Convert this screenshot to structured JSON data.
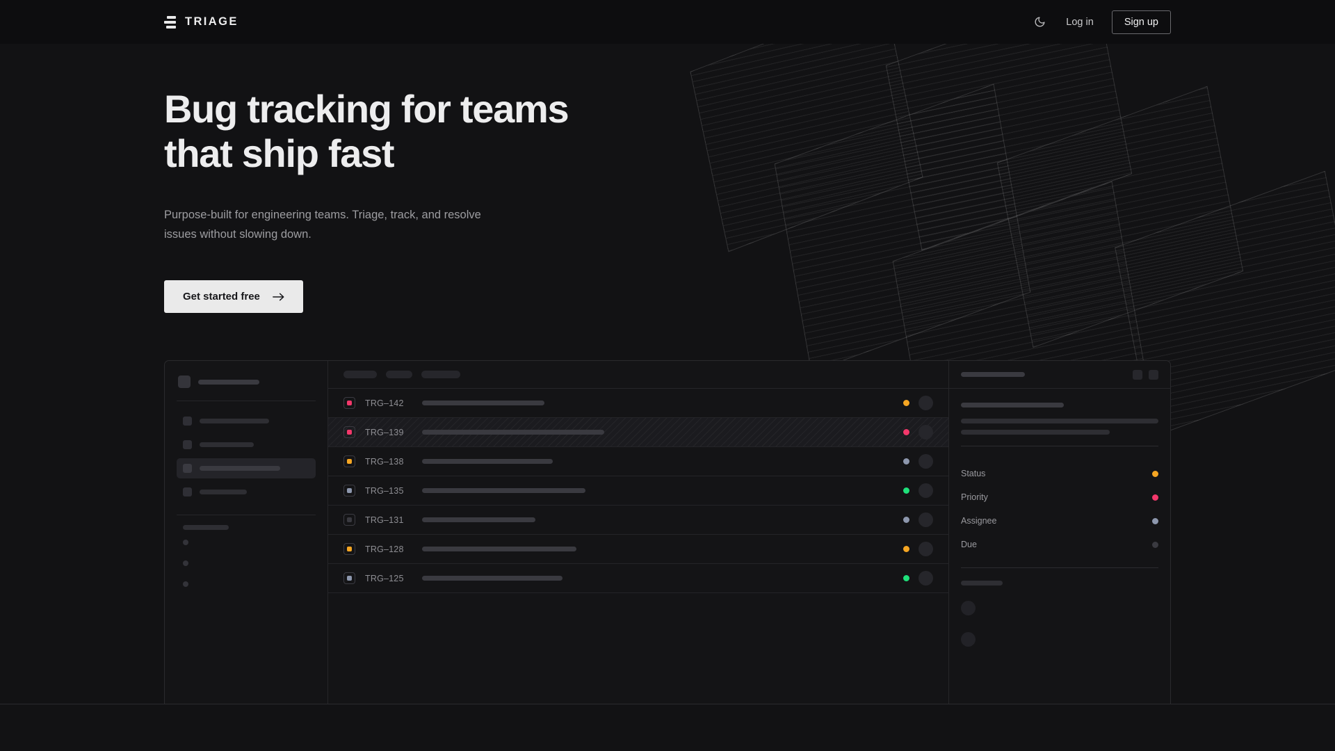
{
  "brand": {
    "name": "TRIAGE",
    "mark": "triage-bars-logo"
  },
  "nav": {
    "theme_toggle_icon": "moon-icon",
    "login_label": "Log in",
    "signup_label": "Sign up"
  },
  "hero": {
    "headline_line1": "Bug tracking for teams",
    "headline_line2": "that ship fast",
    "subtext": "Purpose-built for engineering teams. Triage, track, and resolve issues without slowing down.",
    "cta_label": "Get started free",
    "cta_icon": "arrow-right-icon"
  },
  "colors": {
    "page_bg": "#121214",
    "topbar_bg": "#0d0d0f",
    "panel_bg": "#141416",
    "panel_border": "#2a2a2d",
    "cta_bg": "#eaeaea",
    "status_pink": "#f3386b",
    "status_amber": "#f5a623",
    "status_slate": "#8d97ad",
    "status_green": "#1fe07a",
    "status_muted": "#3a3a40"
  },
  "app": {
    "sidebar": {
      "workspace": "workspace-placeholder",
      "nav_items": [
        {
          "name": "nav-item-1",
          "active": false
        },
        {
          "name": "nav-item-2",
          "active": false
        },
        {
          "name": "nav-item-3",
          "active": true
        },
        {
          "name": "nav-item-4",
          "active": false
        }
      ],
      "section_label": "section-label-placeholder",
      "sub_items": [
        "sub-item-1",
        "sub-item-2",
        "sub-item-3"
      ]
    },
    "toolbar": {
      "filters": [
        "filter-pill-1",
        "filter-pill-2",
        "filter-pill-3"
      ]
    },
    "issues": [
      {
        "id": "TRG–142",
        "status_color": "#f3386b",
        "priority_color": "#f5a623",
        "title_width": 176,
        "selected": false
      },
      {
        "id": "TRG–139",
        "status_color": "#f3386b",
        "priority_color": "#f3386b",
        "title_width": 262,
        "selected": true
      },
      {
        "id": "TRG–138",
        "status_color": "#f5a623",
        "priority_color": "#8d97ad",
        "title_width": 188,
        "selected": false
      },
      {
        "id": "TRG–135",
        "status_color": "#8d97ad",
        "priority_color": "#1fe07a",
        "title_width": 235,
        "selected": false
      },
      {
        "id": "TRG–131",
        "status_color": "#3a3a40",
        "priority_color": "#8d97ad",
        "title_width": 163,
        "selected": false
      },
      {
        "id": "TRG–128",
        "status_color": "#f5a623",
        "priority_color": "#f5a623",
        "title_width": 222,
        "selected": false
      },
      {
        "id": "TRG–125",
        "status_color": "#8d97ad",
        "priority_color": "#1fe07a",
        "title_width": 202,
        "selected": false
      }
    ],
    "detail": {
      "header_bar": "detail-title-placeholder",
      "action_icons": [
        "detail-action-1",
        "detail-action-2"
      ],
      "meta": [
        {
          "label": "Status",
          "color": "#f5a623"
        },
        {
          "label": "Priority",
          "color": "#f3386b"
        },
        {
          "label": "Assignee",
          "color": "#8d97ad"
        },
        {
          "label": "Due",
          "color": "#3a3a40"
        }
      ],
      "activity_label": "activity-label-placeholder",
      "activity_avatars": [
        "activity-avatar-1",
        "activity-avatar-2"
      ]
    }
  }
}
